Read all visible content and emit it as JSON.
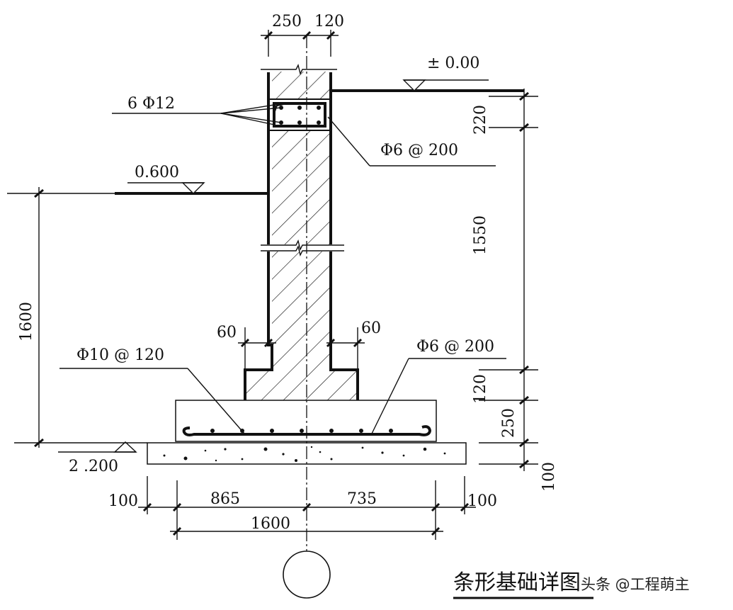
{
  "drawing": {
    "title": "条形基础详图",
    "watermark": "头条 @工程萌主",
    "elevations": {
      "ground": "± 0.00",
      "indoor": "0.600",
      "bottom": "2 .200"
    },
    "rebar_labels": {
      "beam_main": "6 Φ12",
      "beam_stirrup": "Φ6 @ 200",
      "base_main": "Φ10 @ 120",
      "base_dist": "Φ6 @ 200"
    },
    "dimensions": {
      "wall_left": "250",
      "wall_right": "120",
      "beam_height": "220",
      "wall_height": "1550",
      "step_height": "120",
      "footing_height": "250",
      "cushion_height": "100",
      "depth": "1600",
      "step_left": "60",
      "step_right": "60",
      "cushion_left": "100",
      "base_left": "865",
      "base_right": "735",
      "cushion_right": "100",
      "base_total": "1600"
    },
    "colors": {
      "line": "#111111",
      "background": "#ffffff"
    }
  }
}
